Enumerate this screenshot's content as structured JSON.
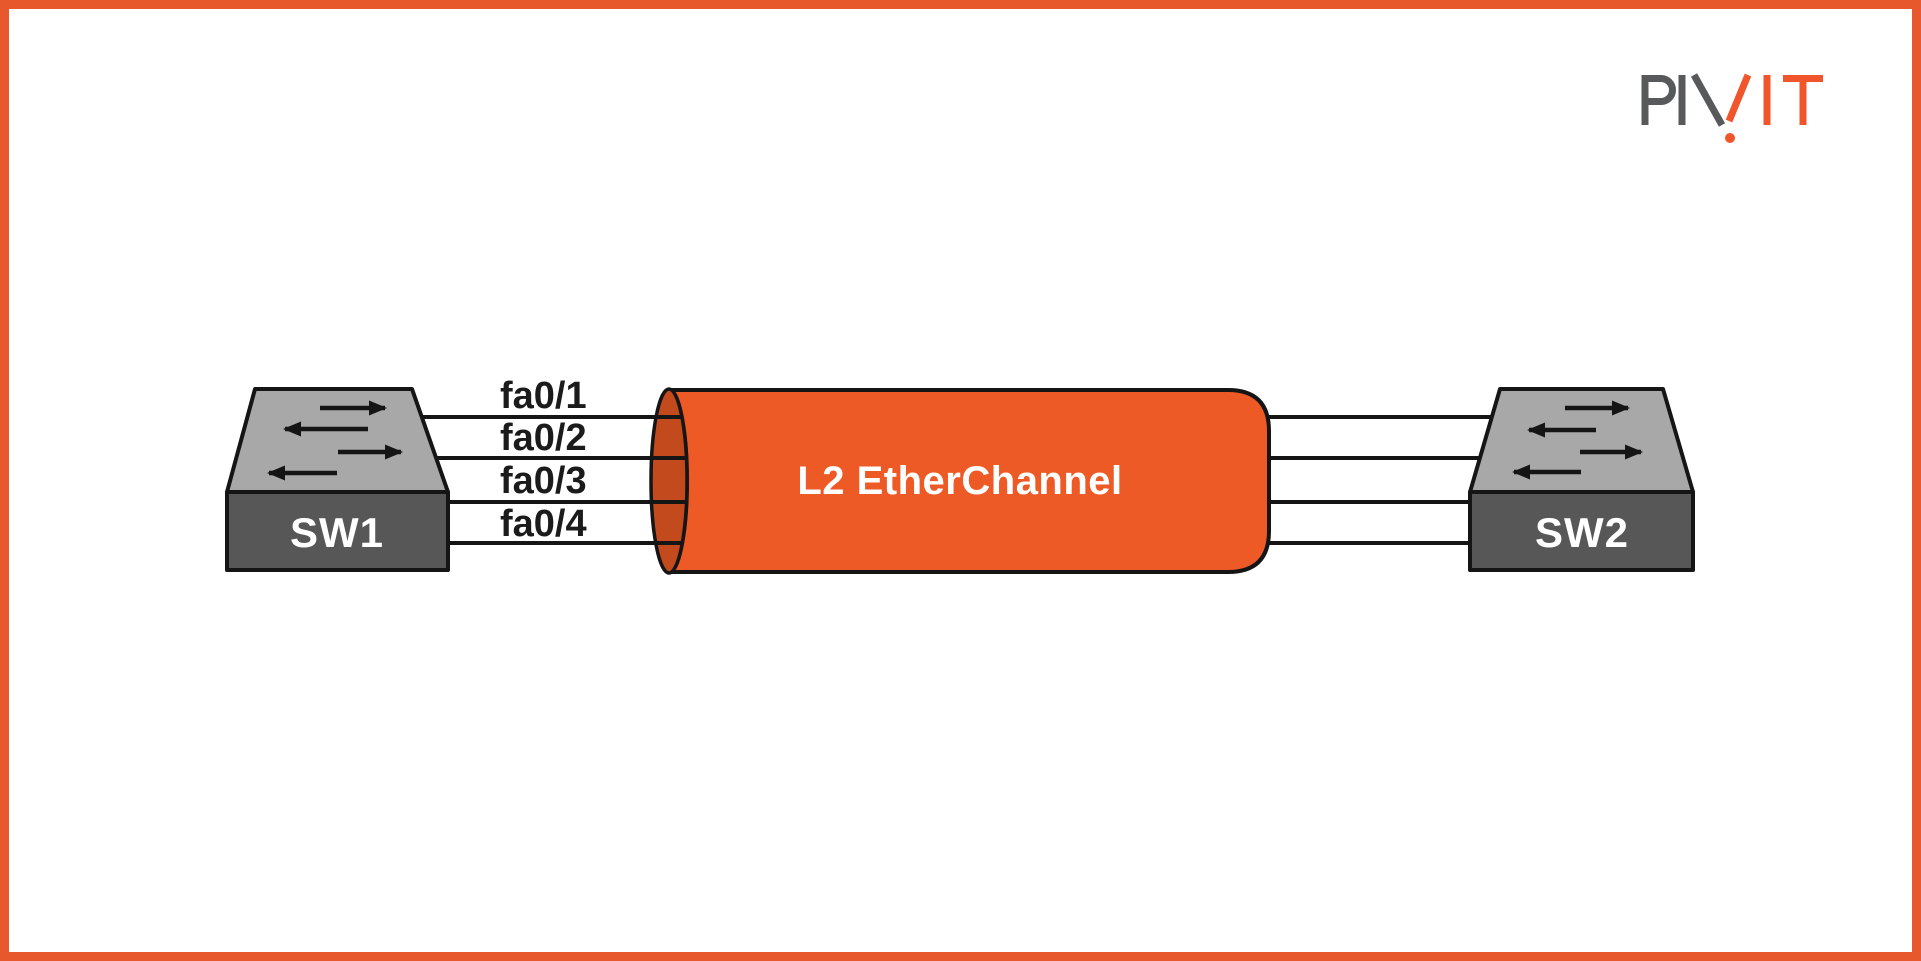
{
  "logo": {
    "text": "PIVIT"
  },
  "diagram": {
    "channel": {
      "label": "L2 EtherChannel"
    },
    "switches": [
      {
        "label": "SW1"
      },
      {
        "label": "SW2"
      }
    ],
    "links": [
      {
        "label": "fa0/1"
      },
      {
        "label": "fa0/2"
      },
      {
        "label": "fa0/3"
      },
      {
        "label": "fa0/4"
      }
    ]
  },
  "colors": {
    "background": "#ffffff",
    "accent": "#e7592c",
    "channel_body": "#ee5a25",
    "channel_cap": "#c24a1c",
    "switch_top": "#a8a8a8",
    "switch_front": "#575757",
    "line": "#151515",
    "label_text": "#1b1b1b",
    "light_text": "#ffffff",
    "logo_gray": "#58595b",
    "logo_orange": "#f1552b"
  }
}
